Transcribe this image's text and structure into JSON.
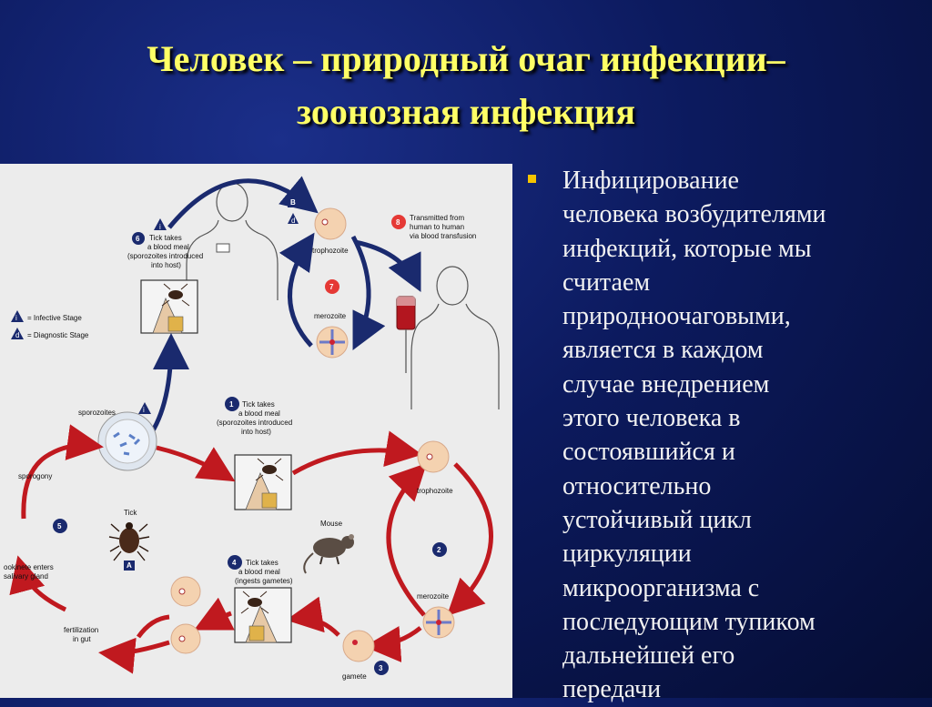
{
  "slide": {
    "title_lines": [
      "Человек – природный очаг инфекции–",
      "зоонозная инфекция"
    ],
    "bullet_lines": [
      "Инфицирование",
      "человека возбудителями",
      "инфекций, которые мы",
      "считаем",
      "природноочаговыми,",
      "является в каждом",
      "случае внедрением",
      "этого человека в",
      "состоявшийся и",
      "относительно",
      "устойчивый цикл",
      "циркуляции",
      "микроорганизма с",
      "последующим тупиком",
      "дальнейшей его",
      "передачи"
    ]
  },
  "diagram": {
    "legend_infective": "= Infective Stage",
    "legend_diagnostic": "= Diagnostic Stage",
    "marker_i": "i",
    "marker_d": "d",
    "step6_num": "6",
    "step6_lines": [
      "Tick takes",
      "a blood meal",
      "(sporozoites introduced",
      "into host)"
    ],
    "step7_num": "7",
    "step8_num": "8",
    "step8_lines": [
      "Transmitted from",
      "human to human",
      "via blood transfusion"
    ],
    "marker_b": "B",
    "trophozoite_human": "trophozoite",
    "merozoite_human": "merozoite",
    "sporozoites": "sporozoites",
    "step1_num": "1",
    "step1_lines": [
      "Tick takes",
      "a blood meal",
      "(sporozoites introduced",
      "into host)"
    ],
    "sporogony": "sporogony",
    "step5_num": "5",
    "tick": "Tick",
    "marker_a": "A",
    "ookinete_lines": [
      "ookinete enters",
      "salivary gland"
    ],
    "mouse": "Mouse",
    "trophozoite_mouse": "trophozoite",
    "step2_num": "2",
    "merozoite_mouse": "merozoite",
    "step4_num": "4",
    "step4_lines": [
      "Tick takes",
      "a blood meal",
      "(ingests gametes)"
    ],
    "fertilization_lines": [
      "fertilization",
      "in gut"
    ],
    "gamete": "gamete",
    "step3_num": "3"
  },
  "colors": {
    "title": "#ffff66",
    "bullet": "#f5c400",
    "body_text": "#f2f2f2",
    "arrow_blue": "#1a2a6e",
    "arrow_red": "#c0191f"
  }
}
